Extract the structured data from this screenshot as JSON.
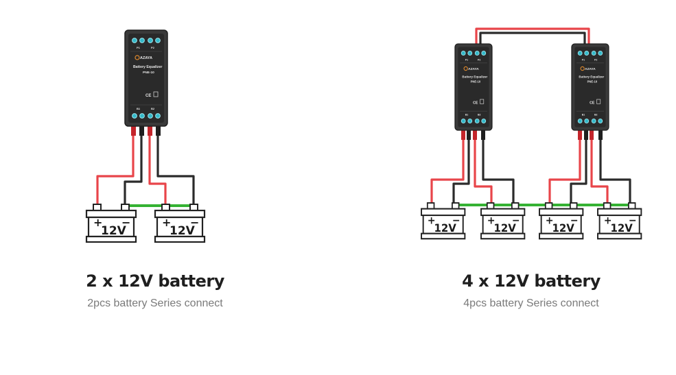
{
  "colors": {
    "positive_wire": "#e8454a",
    "negative_wire": "#2b2b2b",
    "series_link": "#35b233",
    "device_body": "#2e2e2e",
    "terminal": "#33b9c9"
  },
  "device": {
    "brand": "AZAYA",
    "name": "Battery Equalizer",
    "model": "PNE-10",
    "top_labels": [
      "P1",
      "P2"
    ],
    "bottom_labels": [
      "B1",
      "B2"
    ],
    "cert": "CE"
  },
  "battery": {
    "label": "12V",
    "plus": "+",
    "minus": "−"
  },
  "panels": [
    {
      "title": "2 x 12V battery",
      "subtitle": "2pcs battery Series connect"
    },
    {
      "title": "4 x 12V battery",
      "subtitle": "4pcs battery Series connect"
    }
  ]
}
